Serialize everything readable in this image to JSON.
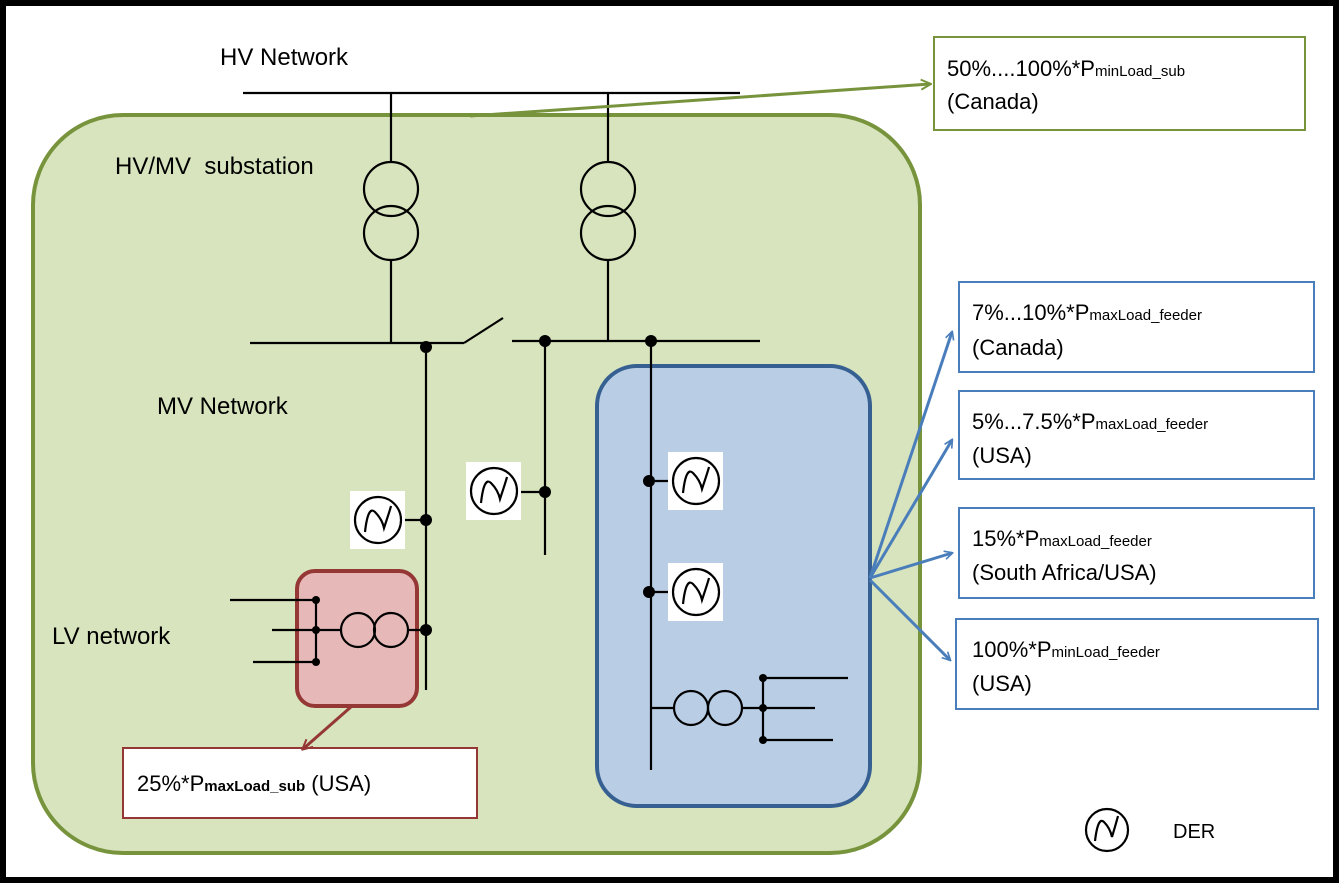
{
  "labels": {
    "hv_network": "HV Network",
    "hvmv_substation": "HV/MV  substation",
    "mv_network": "MV Network",
    "lv_network": "LV network",
    "der_legend": "DER"
  },
  "boxes": {
    "canada_sub": {
      "line1_main": "50%....100%*P",
      "line1_sub": "minLoad_sub",
      "line2": "(Canada)"
    },
    "canada_feeder": {
      "line1_main": "7%...10%*P",
      "line1_sub": "maxLoad_feeder",
      "line2": "(Canada)"
    },
    "usa_feeder_a": {
      "line1_main": "5%...7.5%*P",
      "line1_sub": "maxLoad_feeder",
      "line2": "(USA)"
    },
    "sa_usa_feeder": {
      "line1_main": "15%*P",
      "line1_sub": "maxLoad_feeder",
      "line2": "(South Africa/USA)"
    },
    "usa_feeder_b": {
      "line1_main": "100%*P",
      "line1_sub": "minLoad_feeder",
      "line2": "(USA)"
    },
    "usa_sub": {
      "line1_main": "25%*P",
      "line1_sub": "maxLoad_sub",
      "line_suffix": " (USA)"
    }
  },
  "colors": {
    "green_fill": "#d7e4bd",
    "green_stroke": "#77933c",
    "blue_fill": "#b9cde5",
    "blue_stroke": "#376092",
    "red_fill": "#e6b9b8",
    "red_stroke": "#953735",
    "blue_arrow": "#4a7ebb",
    "green_arrow": "#77933c"
  }
}
